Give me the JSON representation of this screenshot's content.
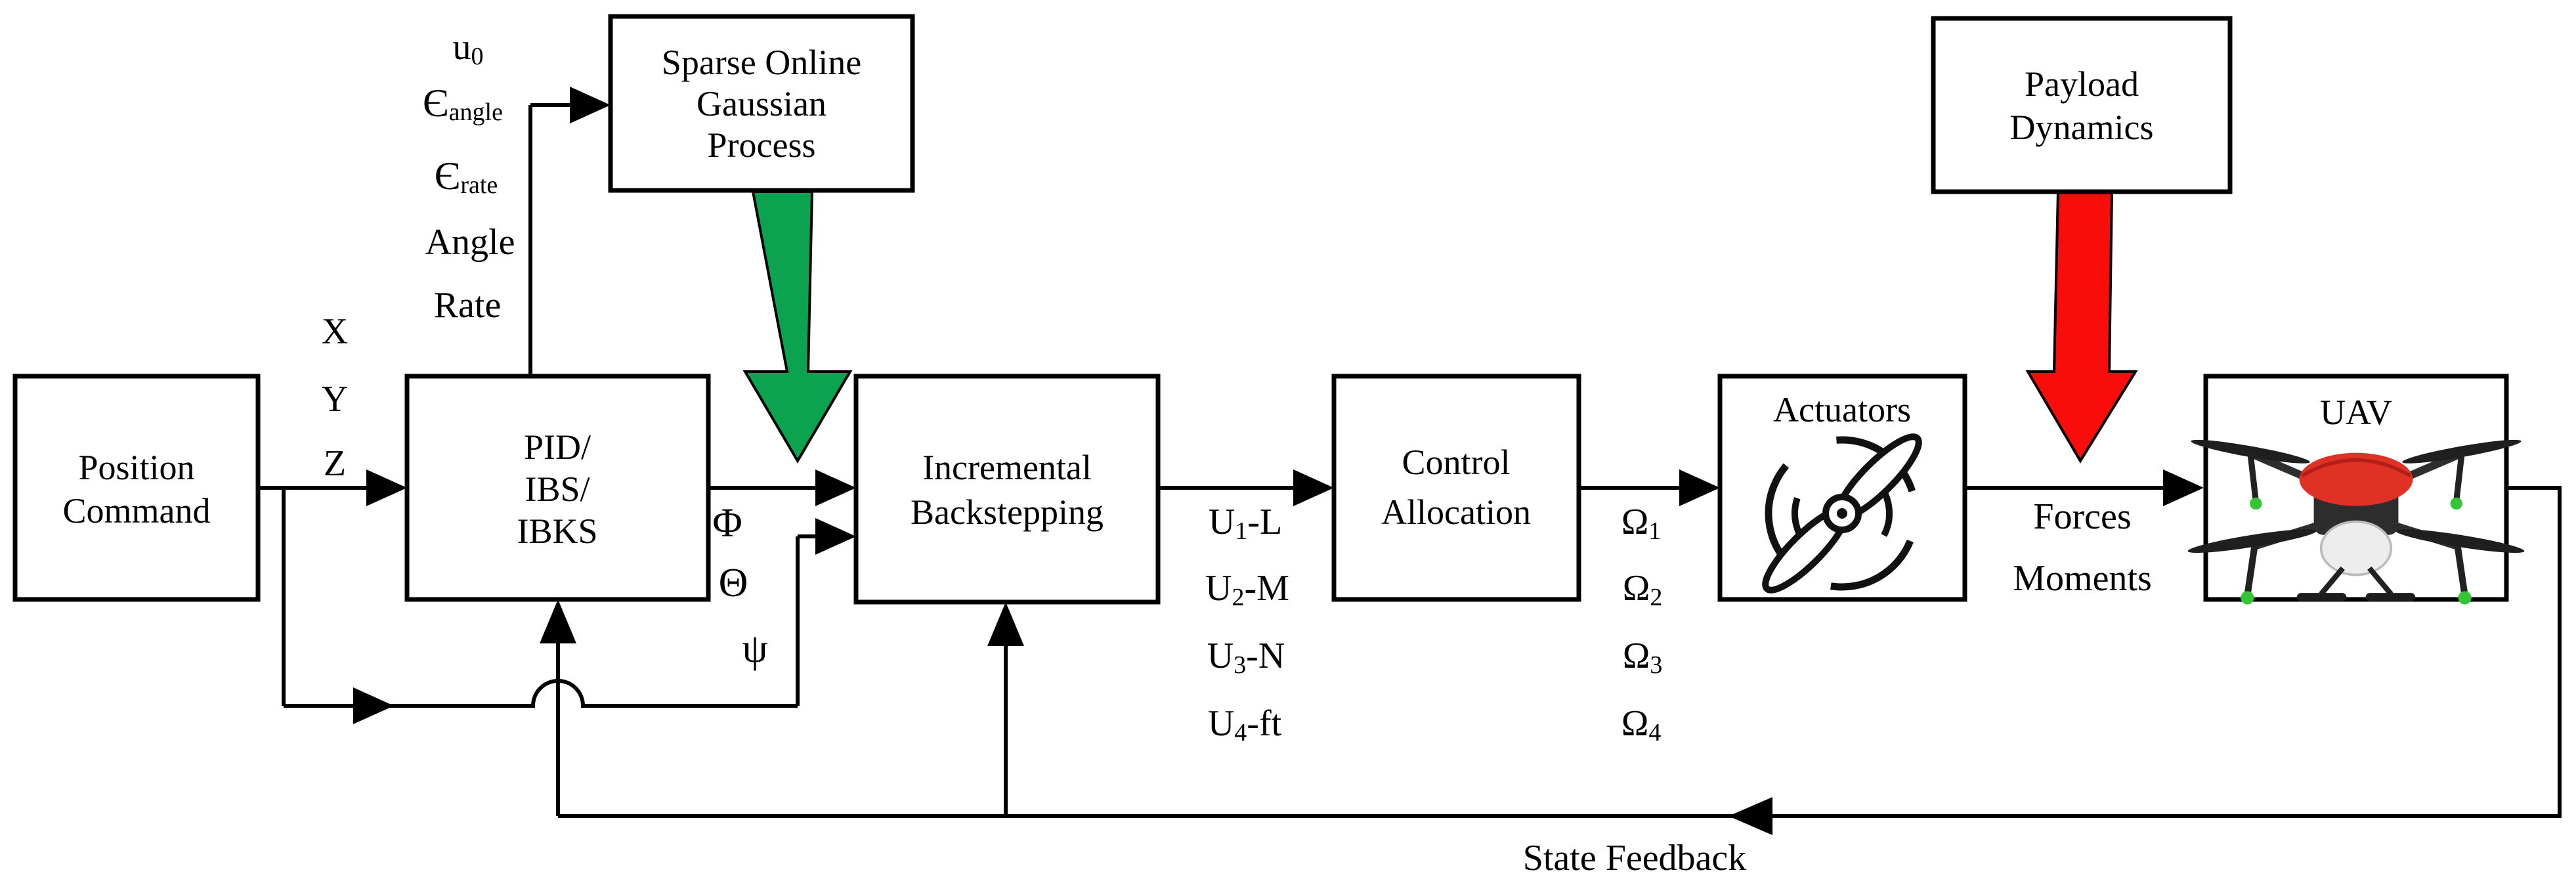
{
  "diagram": {
    "title": "UAV control system block diagram",
    "boxes": {
      "position_command": {
        "lines": [
          "Position",
          "Command"
        ]
      },
      "controller": {
        "lines": [
          "PID/",
          "IBS/",
          "IBKS"
        ]
      },
      "sogp": {
        "lines": [
          "Sparse Online",
          "Gaussian",
          "Process"
        ]
      },
      "incremental_backstepping": {
        "lines": [
          "Incremental",
          "Backstepping"
        ]
      },
      "control_allocation": {
        "lines": [
          "Control",
          "Allocation"
        ]
      },
      "actuators": {
        "label": "Actuators",
        "icon": "propeller-icon"
      },
      "payload_dynamics": {
        "lines": [
          "Payload",
          "Dynamics"
        ]
      },
      "uav": {
        "label": "UAV",
        "icon": "quadcopter-drone-image"
      }
    },
    "signals": {
      "u0": {
        "base": "u",
        "sub": "0"
      },
      "eps_angle": {
        "base": "Є",
        "sub": "angle"
      },
      "eps_rate": {
        "base": "Є",
        "sub": "rate"
      },
      "angle": "Angle",
      "rate": "Rate",
      "x": "X",
      "y": "Y",
      "z": "Z",
      "phi": "Φ",
      "theta": "Θ",
      "psi": "ψ",
      "u_outputs": [
        {
          "base": "U",
          "sub": "1",
          "suffix": "-L"
        },
        {
          "base": "U",
          "sub": "2",
          "suffix": "-M"
        },
        {
          "base": "U",
          "sub": "3",
          "suffix": "-N"
        },
        {
          "base": "U",
          "sub": "4",
          "suffix": "-ft"
        }
      ],
      "omega_outputs": [
        {
          "base": "Ω",
          "sub": "1"
        },
        {
          "base": "Ω",
          "sub": "2"
        },
        {
          "base": "Ω",
          "sub": "3"
        },
        {
          "base": "Ω",
          "sub": "4"
        }
      ],
      "forces": "Forces",
      "moments": "Moments",
      "state_feedback": "State Feedback"
    },
    "colors": {
      "line": "#000000",
      "box_fill": "#ffffff",
      "green_arrow": "#0ba350",
      "red_arrow": "#f90d0a",
      "drone_red": "#e03127",
      "drone_green": "#35c435"
    }
  }
}
